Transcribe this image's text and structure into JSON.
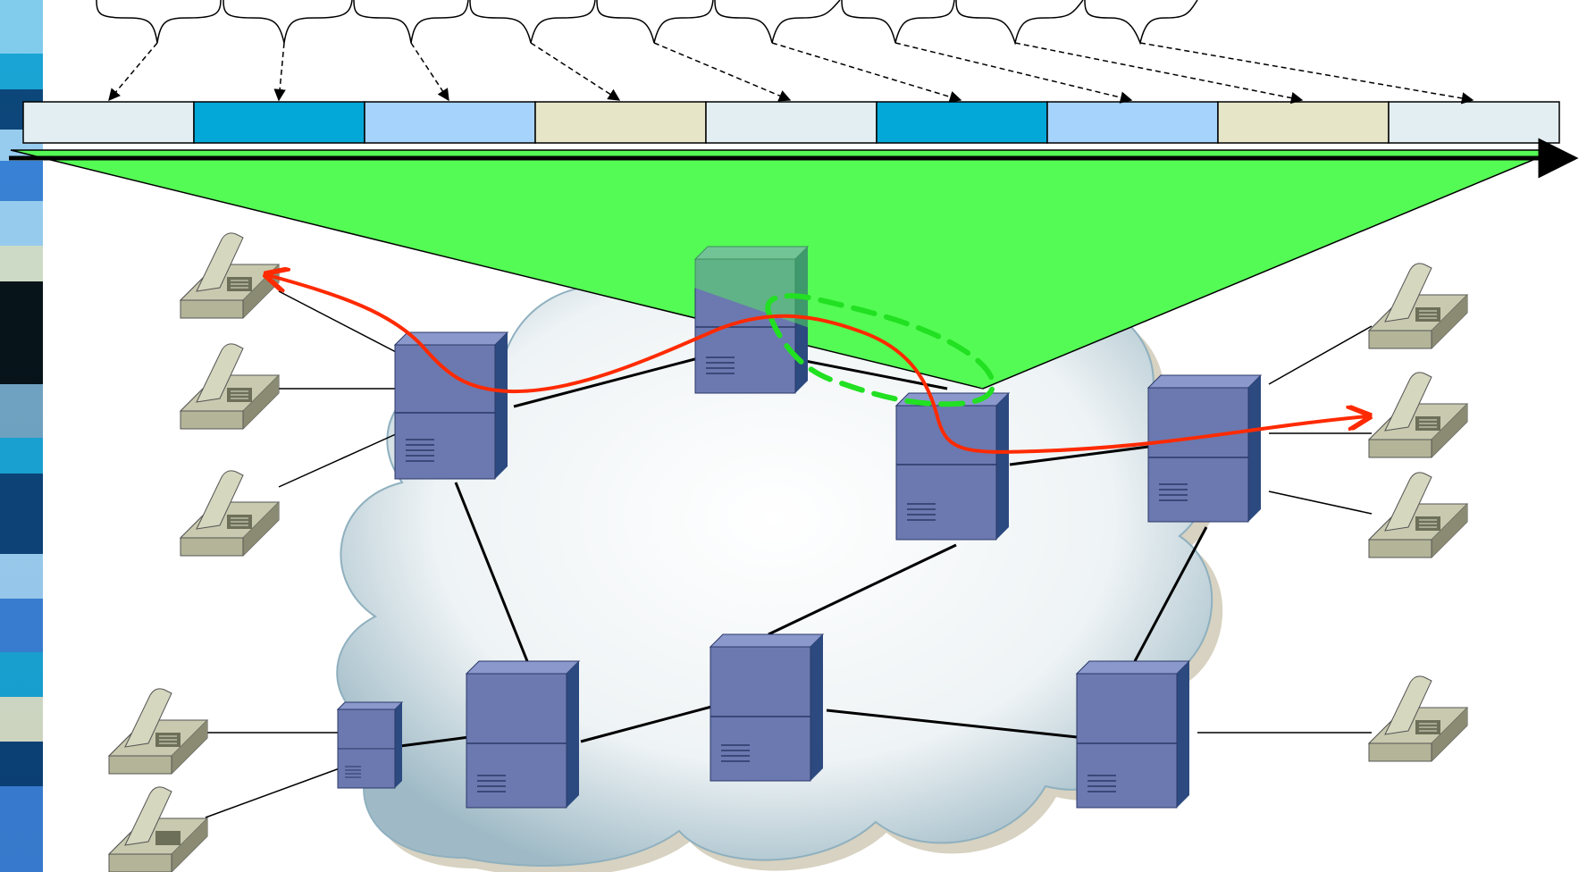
{
  "colors": {
    "slot_light": "#e3eef2",
    "slot_dark_blue": "#03a8d8",
    "slot_sky": "#a6d3fb",
    "slot_beige": "#e6e5c7",
    "green_wedge": "#55fb55",
    "call_path": "#ff2a00",
    "dashed_ring": "#22e022",
    "server_front": "#6b79b0",
    "server_side": "#2c4a80",
    "server_top": "#8a98cc",
    "phone_body": "#c8c9ae",
    "cloud_fill": "#e6eef1"
  },
  "timeline": {
    "slot_colors": [
      "slot_light",
      "slot_dark_blue",
      "slot_sky",
      "slot_beige",
      "slot_light",
      "slot_dark_blue",
      "slot_sky",
      "slot_beige",
      "slot_light"
    ]
  },
  "highlighted_node": "server-top-center",
  "icons": [
    "server-icon",
    "telephone-icon",
    "cloud-icon",
    "brace-icon",
    "arrow-icon"
  ]
}
